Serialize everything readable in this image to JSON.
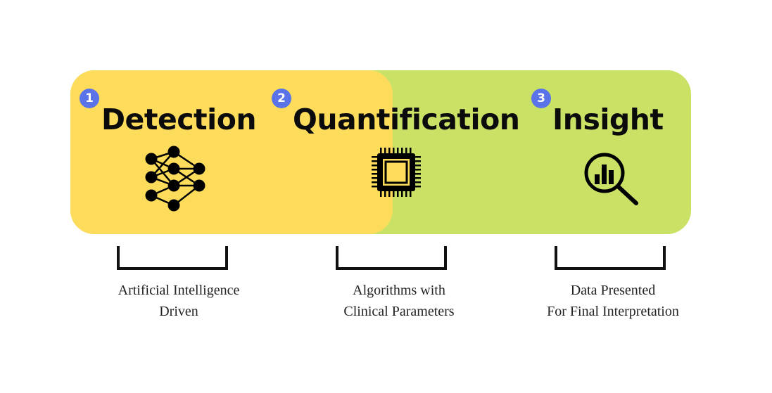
{
  "colors": {
    "yellow_panel": "#fddc5c",
    "green_panel": "#c9e265",
    "badge": "#5b73e8",
    "text": "#0b0b0b"
  },
  "stages": [
    {
      "number": "1",
      "title": "Detection",
      "icon": "neural-network-icon",
      "caption": [
        "Artificial Intelligence",
        "Driven"
      ]
    },
    {
      "number": "2",
      "title": "Quantification",
      "icon": "processor-chip-icon",
      "caption": [
        "Algorithms with",
        "Clinical Parameters"
      ]
    },
    {
      "number": "3",
      "title": "Insight",
      "icon": "magnifier-chart-icon",
      "caption": [
        "Data Presented",
        "For Final Interpretation"
      ]
    }
  ]
}
